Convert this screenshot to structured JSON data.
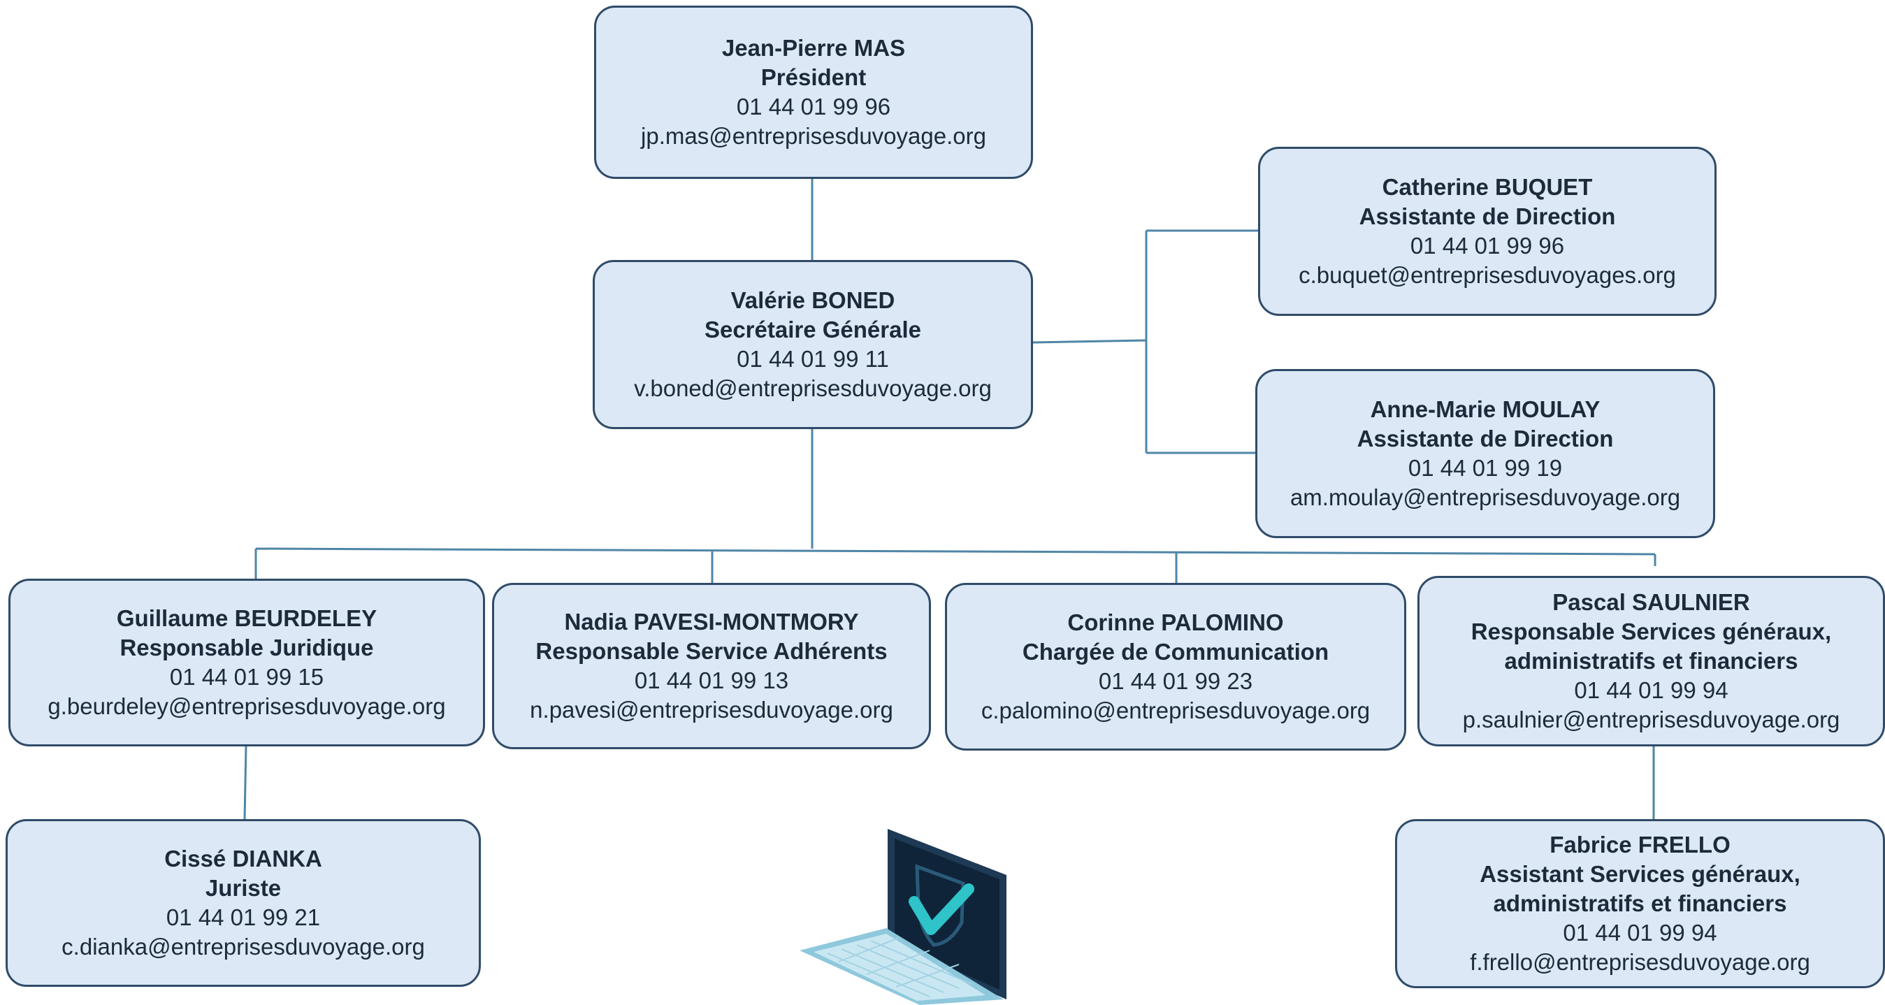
{
  "org_chart": {
    "nodes": [
      {
        "id": "president",
        "name": "Jean-Pierre MAS",
        "role_lines": [
          "Président"
        ],
        "phone": "01 44 01 99 96",
        "email": "jp.mas@entreprisesduvoyage.org"
      },
      {
        "id": "secretary-general",
        "name": "Valérie BONED",
        "role_lines": [
          "Secrétaire Générale"
        ],
        "phone": "01 44 01 99 11",
        "email": "v.boned@entreprisesduvoyage.org"
      },
      {
        "id": "assistant-buquet",
        "name": "Catherine BUQUET",
        "role_lines": [
          "Assistante de Direction"
        ],
        "phone": "01 44 01 99 96",
        "email": "c.buquet@entreprisesduvoyages.org"
      },
      {
        "id": "assistant-moulay",
        "name": "Anne-Marie MOULAY",
        "role_lines": [
          "Assistante de Direction"
        ],
        "phone": "01 44 01 99 19",
        "email": "am.moulay@entreprisesduvoyage.org"
      },
      {
        "id": "legal",
        "name": "Guillaume BEURDELEY",
        "role_lines": [
          "Responsable Juridique"
        ],
        "phone": "01 44 01 99 15",
        "email": "g.beurdeley@entreprisesduvoyage.org"
      },
      {
        "id": "members",
        "name": "Nadia PAVESI-MONTMORY",
        "role_lines": [
          "Responsable Service Adhérents"
        ],
        "phone": "01 44 01 99 13",
        "email": "n.pavesi@entreprisesduvoyage.org"
      },
      {
        "id": "communication",
        "name": "Corinne PALOMINO",
        "role_lines": [
          "Chargée de Communication"
        ],
        "phone": "01 44 01 99 23",
        "email": "c.palomino@entreprisesduvoyage.org"
      },
      {
        "id": "general-services",
        "name": "Pascal SAULNIER",
        "role_lines": [
          "Responsable Services généraux,",
          "administratifs et financiers"
        ],
        "phone": "01 44 01 99 94",
        "email": "p.saulnier@entreprisesduvoyage.org"
      },
      {
        "id": "jurist",
        "name": "Cissé DIANKA",
        "role_lines": [
          "Juriste"
        ],
        "phone": "01 44 01 99 21",
        "email": "c.dianka@entreprisesduvoyage.org"
      },
      {
        "id": "general-services-assistant",
        "name": "Fabrice FRELLO",
        "role_lines": [
          "Assistant Services généraux,",
          "administratifs et financiers"
        ],
        "phone": "01 44 01 99 94",
        "email": "f.frello@entreprisesduvoyage.org"
      }
    ],
    "edges": [
      [
        "president",
        "secretary-general"
      ],
      [
        "secretary-general",
        "assistant-buquet"
      ],
      [
        "secretary-general",
        "assistant-moulay"
      ],
      [
        "secretary-general",
        "legal"
      ],
      [
        "secretary-general",
        "members"
      ],
      [
        "secretary-general",
        "communication"
      ],
      [
        "secretary-general",
        "general-services"
      ],
      [
        "legal",
        "jurist"
      ],
      [
        "general-services",
        "general-services-assistant"
      ]
    ]
  },
  "colors": {
    "box_fill": "#dce8f5",
    "box_border": "#2f4b69",
    "connector": "#4f86a6",
    "laptop_body": "#1e3a55",
    "laptop_screen": "#0f2438",
    "laptop_keyboard": "#c9e7f2",
    "check_mark": "#2ec4c9"
  },
  "illustration": {
    "icon": "laptop-with-shield-checkmark-icon"
  }
}
